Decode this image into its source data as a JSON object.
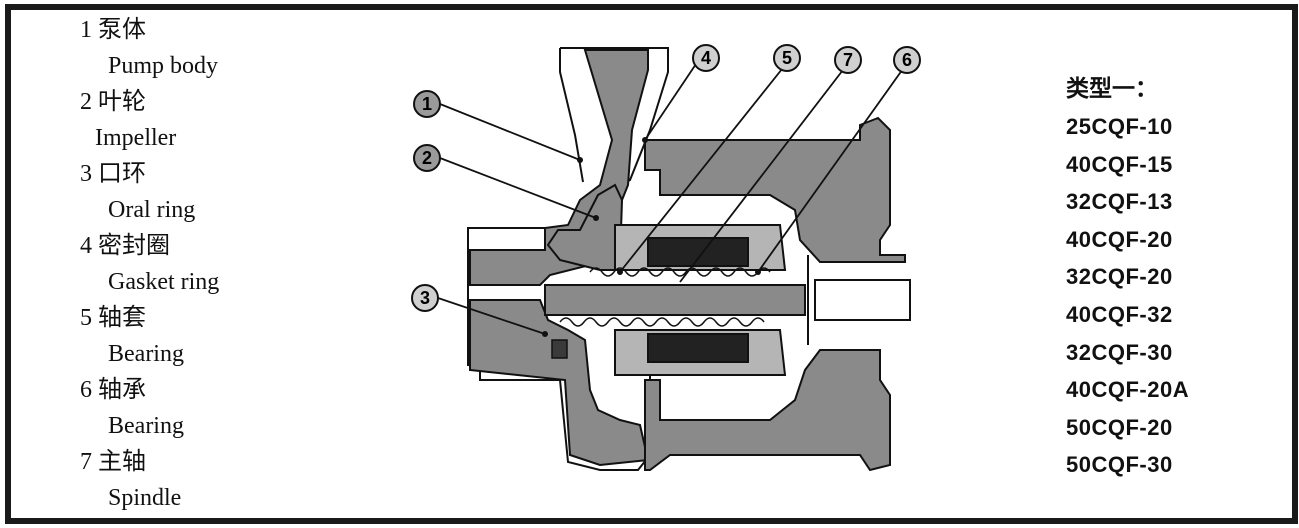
{
  "legend": [
    {
      "num": "1",
      "zh": "泵体",
      "en": "Pump body"
    },
    {
      "num": "2",
      "zh": "叶轮",
      "en": "Impeller"
    },
    {
      "num": "3",
      "zh": "口环",
      "en": "Oral ring"
    },
    {
      "num": "4",
      "zh": "密封圈",
      "en": "Gasket ring"
    },
    {
      "num": "5",
      "zh": "轴套",
      "en": "Bearing"
    },
    {
      "num": "6",
      "zh": "轴承",
      "en": "Bearing"
    },
    {
      "num": "7",
      "zh": "主轴",
      "en": "Spindle"
    }
  ],
  "models": {
    "title": "类型一：",
    "items": [
      "25CQF-10",
      "40CQF-15",
      "32CQF-13",
      "40CQF-20",
      "32CQF-20",
      "40CQF-32",
      "32CQF-30",
      "40CQF-20A",
      "50CQF-20",
      "50CQF-30"
    ]
  },
  "callouts": [
    "1",
    "2",
    "3",
    "4",
    "5",
    "7",
    "6"
  ],
  "colors": {
    "body_fill": "#8a8a8a",
    "dark_fill": "#3a3a3a",
    "line": "#111111",
    "frame": "#1a1a1a"
  }
}
